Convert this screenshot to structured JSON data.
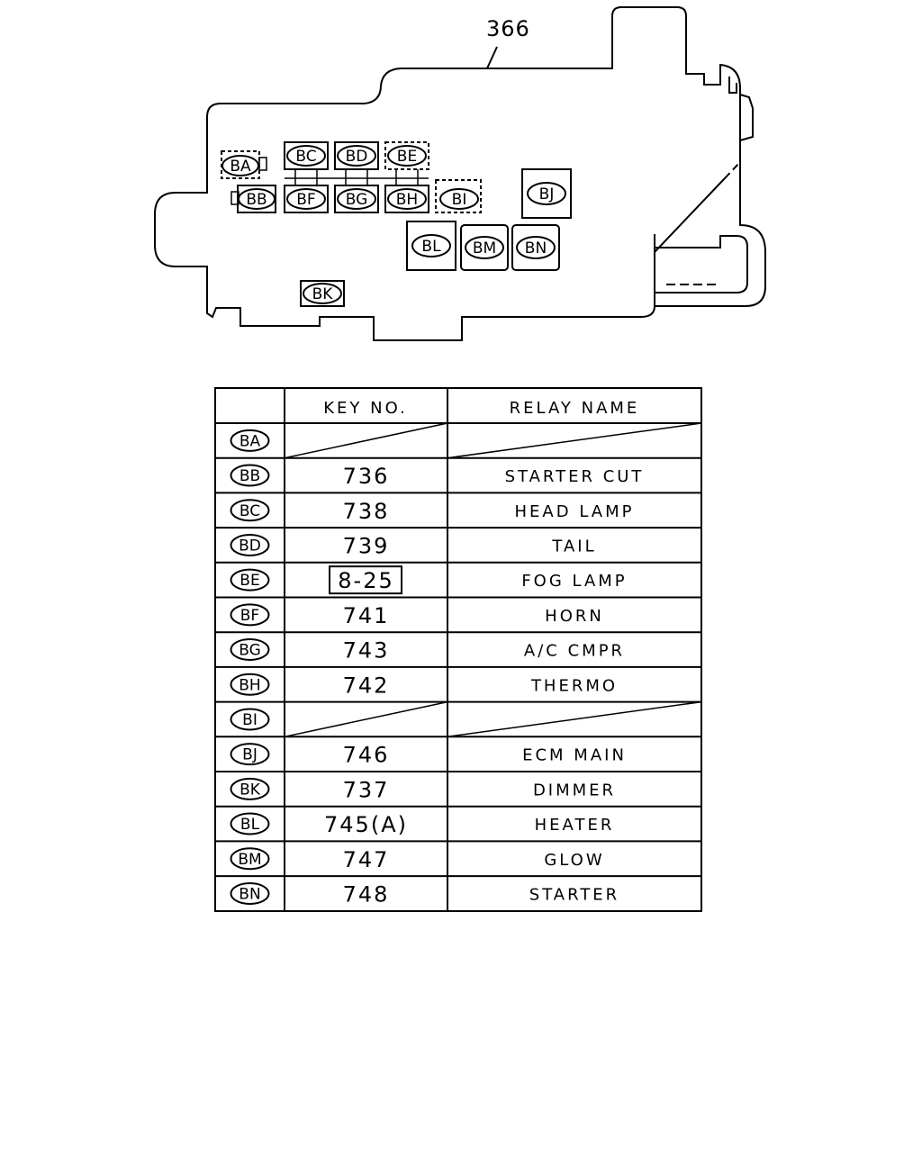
{
  "diagram": {
    "part_number": "366",
    "slots": [
      {
        "code": "BA"
      },
      {
        "code": "BB"
      },
      {
        "code": "BC"
      },
      {
        "code": "BD"
      },
      {
        "code": "BE"
      },
      {
        "code": "BF"
      },
      {
        "code": "BG"
      },
      {
        "code": "BH"
      },
      {
        "code": "BI"
      },
      {
        "code": "BJ"
      },
      {
        "code": "BK"
      },
      {
        "code": "BL"
      },
      {
        "code": "BM"
      },
      {
        "code": "BN"
      }
    ]
  },
  "table": {
    "headers": {
      "key": "KEY NO.",
      "relay": "RELAY NAME"
    },
    "rows": [
      {
        "code": "BA",
        "key": "",
        "relay": "",
        "blank": true
      },
      {
        "code": "BB",
        "key": "736",
        "relay": "STARTER CUT"
      },
      {
        "code": "BC",
        "key": "738",
        "relay": "HEAD LAMP"
      },
      {
        "code": "BD",
        "key": "739",
        "relay": "TAIL"
      },
      {
        "code": "BE",
        "key": "8-25",
        "relay": "FOG LAMP",
        "boxed": true
      },
      {
        "code": "BF",
        "key": "741",
        "relay": "HORN"
      },
      {
        "code": "BG",
        "key": "743",
        "relay": "A/C CMPR"
      },
      {
        "code": "BH",
        "key": "742",
        "relay": "THERMO"
      },
      {
        "code": "BI",
        "key": "",
        "relay": "",
        "blank": true
      },
      {
        "code": "BJ",
        "key": "746",
        "relay": "ECM MAIN"
      },
      {
        "code": "BK",
        "key": "737",
        "relay": "DIMMER"
      },
      {
        "code": "BL",
        "key": "745(A)",
        "relay": "HEATER"
      },
      {
        "code": "BM",
        "key": "747",
        "relay": "GLOW"
      },
      {
        "code": "BN",
        "key": "748",
        "relay": "STARTER"
      }
    ]
  }
}
